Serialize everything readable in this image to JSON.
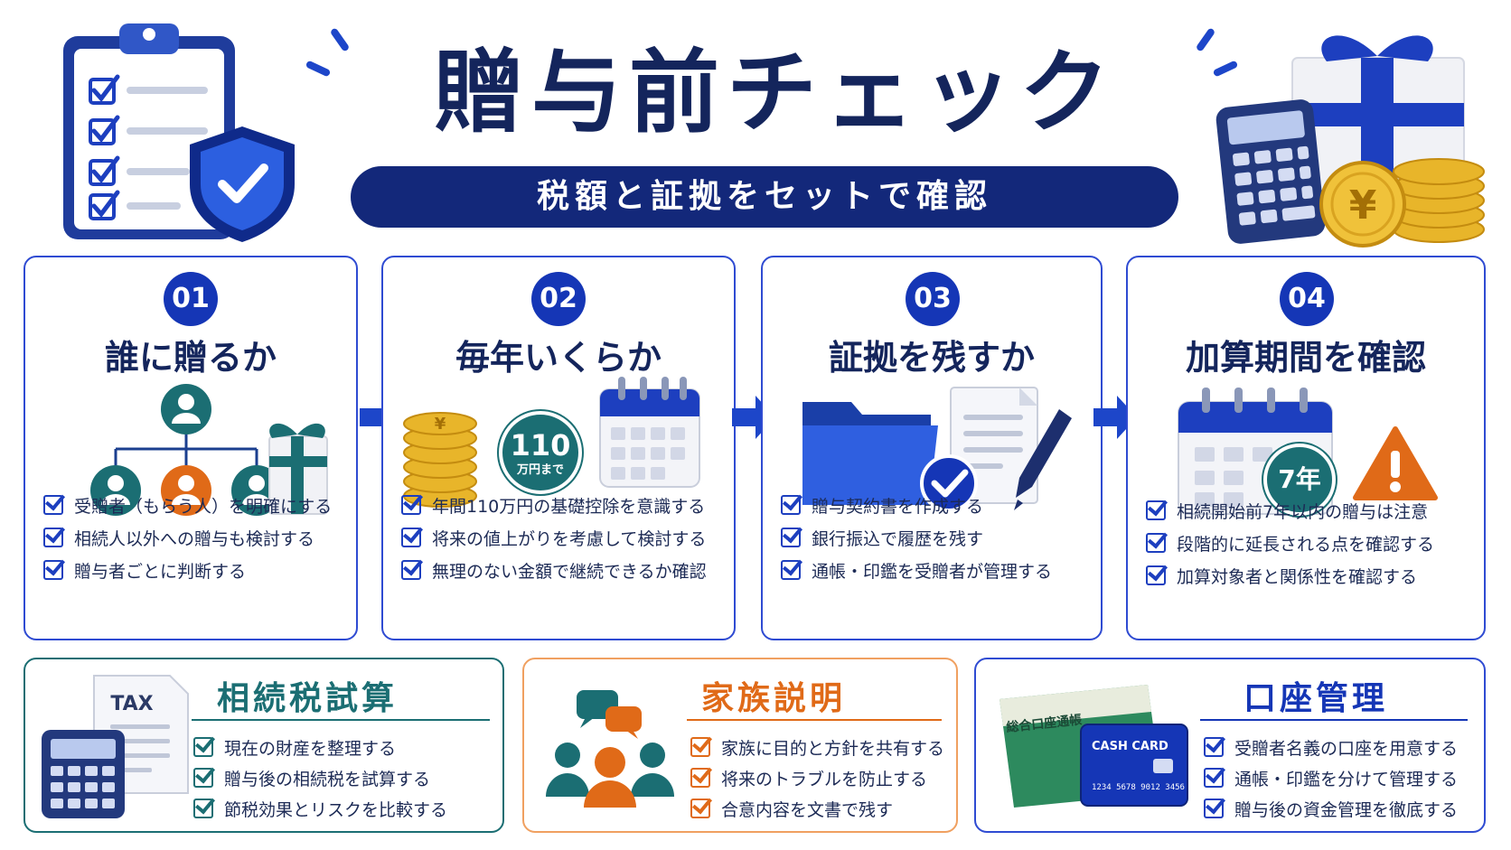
{
  "header": {
    "title": "贈与前チェック",
    "subtitle": "税額と証拠をセットで確認"
  },
  "colors": {
    "navy": "#14255c",
    "blue": "#1536b6",
    "teal": "#1b6e73",
    "orange": "#e06a18",
    "gold": "#e8b52a"
  },
  "steps": [
    {
      "number": "01",
      "title": "誰に贈るか",
      "items": [
        "受贈者（もらう人）を明確にする",
        "相続人以外への贈与も検討する",
        "贈与者ごとに判断する"
      ]
    },
    {
      "number": "02",
      "title": "毎年いくらか",
      "badge_value": "110",
      "badge_unit": "万円まで",
      "items": [
        "年間110万円の基礎控除を意識する",
        "将来の値上がりを考慮して検討する",
        "無理のない金額で継続できるか確認"
      ]
    },
    {
      "number": "03",
      "title": "証拠を残すか",
      "items": [
        "贈与契約書を作成する",
        "銀行振込で履歴を残す",
        "通帳・印鑑を受贈者が管理する"
      ]
    },
    {
      "number": "04",
      "title": "加算期間を確認",
      "badge_value": "7年",
      "items": [
        "相続開始前7年以内の贈与は注意",
        "段階的に延長される点を確認する",
        "加算対象者と関係性を確認する"
      ]
    }
  ],
  "bottom": [
    {
      "title": "相続税試算",
      "icon_label": "TAX",
      "items": [
        "現在の財産を整理する",
        "贈与後の相続税を試算する",
        "節税効果とリスクを比較する"
      ]
    },
    {
      "title": "家族説明",
      "items": [
        "家族に目的と方針を共有する",
        "将来のトラブルを防止する",
        "合意内容を文書で残す"
      ]
    },
    {
      "title": "口座管理",
      "passbook_label": "総合口座通帳",
      "card_label": "CASH CARD",
      "card_number": "1234 5678 9012 3456",
      "items": [
        "受贈者名義の口座を用意する",
        "通帳・印鑑を分けて管理する",
        "贈与後の資金管理を徹底する"
      ]
    }
  ]
}
